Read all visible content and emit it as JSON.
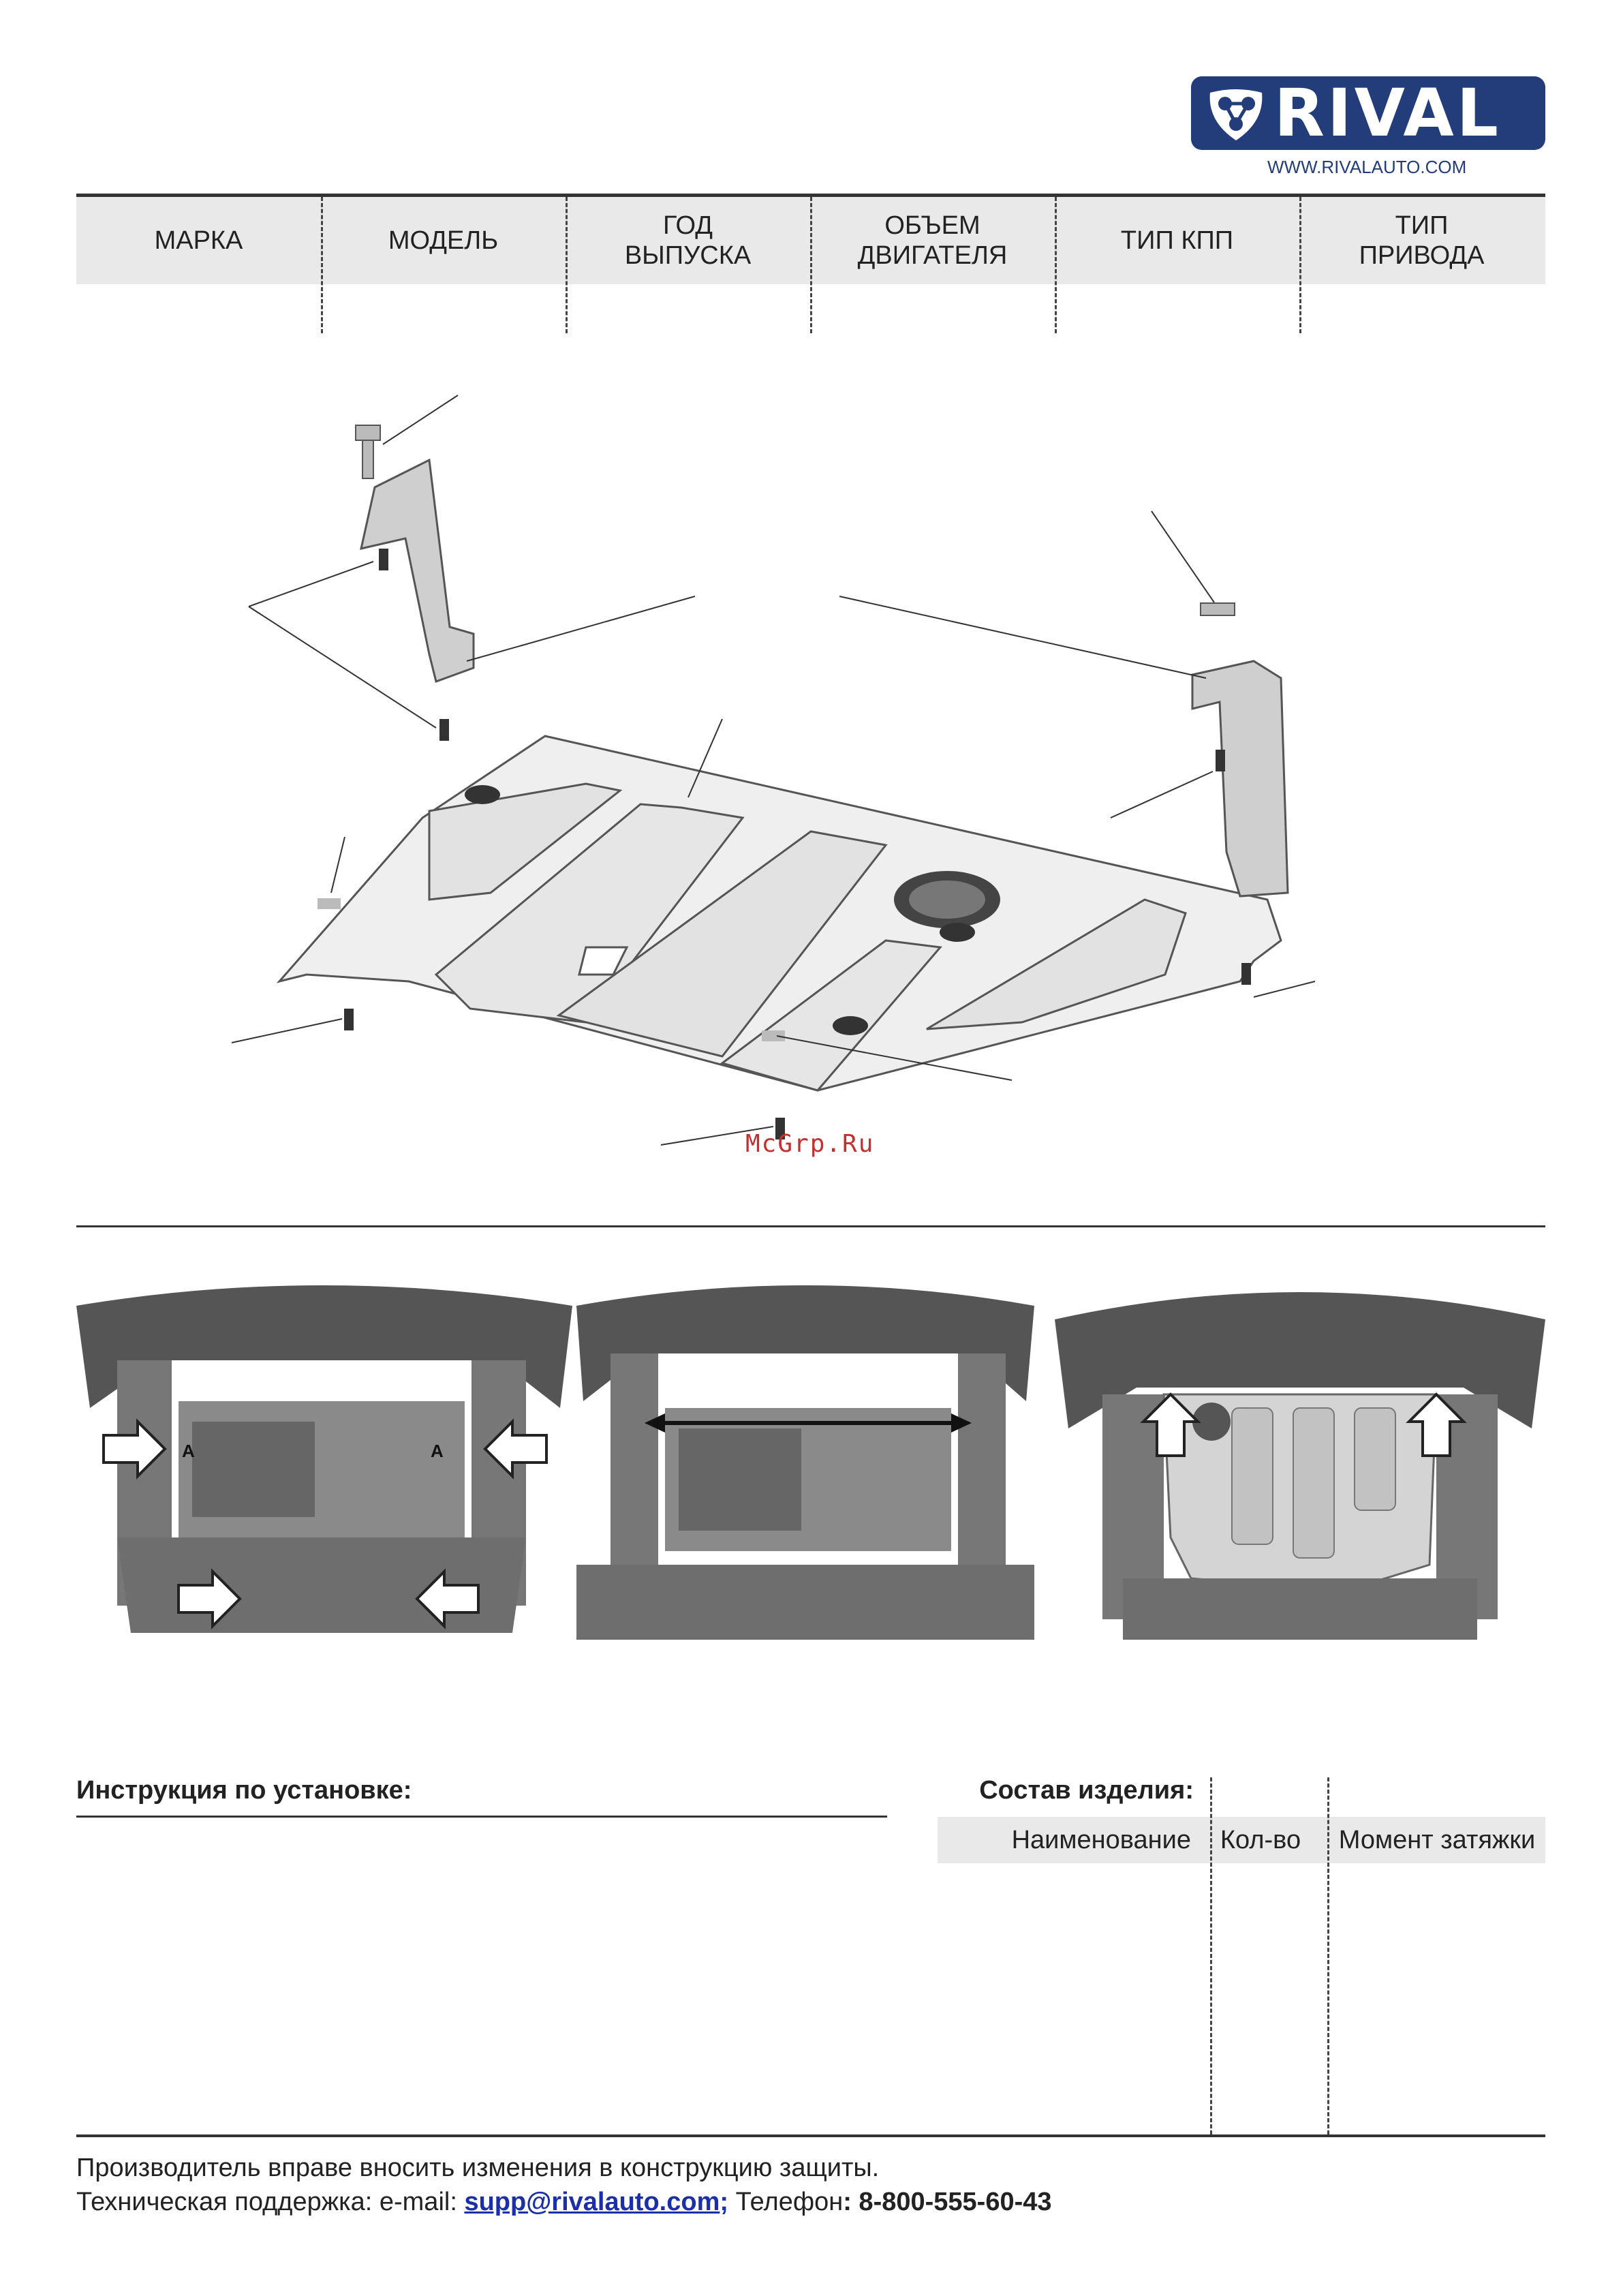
{
  "brand": {
    "logo_text": "RIVAL",
    "website": "WWW.RIVALAUTO.COM",
    "color": "#233d7a"
  },
  "spec_table": {
    "headers": [
      "МАРКА",
      "МОДЕЛЬ",
      "ГОД\nВЫПУСКА",
      "ОБЪЕМ\nДВИГАТЕЛЯ",
      "ТИП КПП",
      "ТИП\nПРИВОДА"
    ]
  },
  "watermark": "McGrp.Ru",
  "photos": {
    "marker_label": "A"
  },
  "instructions": {
    "title": "Инструкция по установке:"
  },
  "composition": {
    "title": "Состав изделия:",
    "columns": [
      "Наименование",
      "Кол-во",
      "Момент затяжки"
    ]
  },
  "footer": {
    "notice": "Производитель вправе вносить изменения в конструкцию защиты.",
    "support_prefix": "Техническая поддержка:  e-mail: ",
    "email": "supp@rivalauto.com",
    "email_suffix": ";",
    "phone_prefix": " Телефон",
    "phone": ": 8-800-555-60-43"
  }
}
